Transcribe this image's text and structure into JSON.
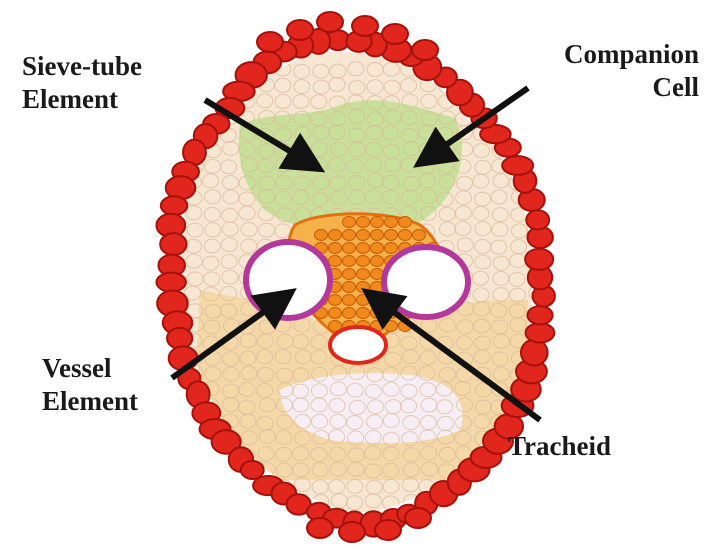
{
  "labels": {
    "sieve_tube_1": "Sieve-tube",
    "sieve_tube_2": "Element",
    "companion_1": "Companion",
    "companion_2": "Cell",
    "vessel_1": "Vessel",
    "vessel_2": "Element",
    "tracheid": "Tracheid"
  },
  "colors": {
    "outer_cells": "#e0261d",
    "outer_cell_stroke": "#a5120c",
    "phloem_fill": "#c8e09a",
    "xylem_ring": "#f08a1c",
    "vessel_rim": "#b2389a",
    "parenchyma": "#f4d8a8",
    "arrow": "#111111"
  }
}
